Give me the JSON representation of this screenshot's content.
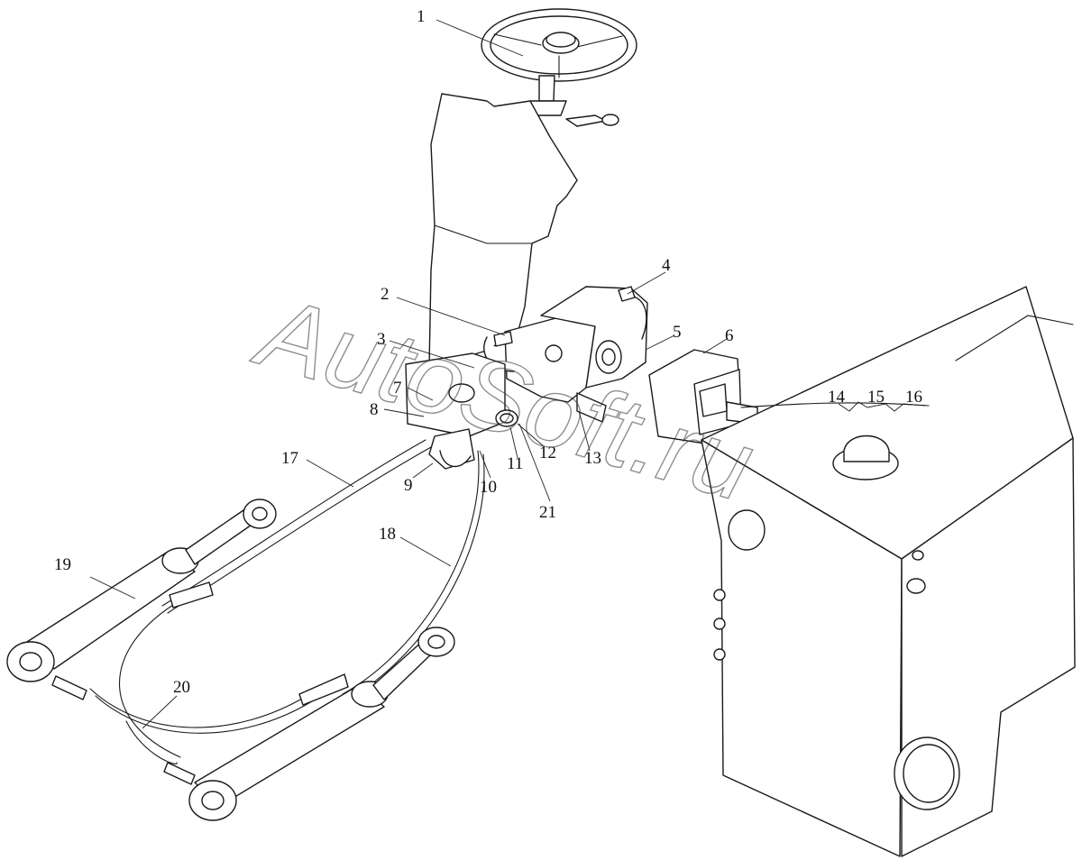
{
  "watermark": "AutoSoft.ru",
  "callouts": [
    "1",
    "2",
    "3",
    "4",
    "5",
    "6",
    "7",
    "8",
    "9",
    "10",
    "11",
    "12",
    "13",
    "14",
    "15",
    "16",
    "17",
    "18",
    "19",
    "20",
    "21"
  ],
  "colors": {
    "line": "#1a1a1a",
    "background": "#ffffff",
    "watermark": "#333333"
  }
}
